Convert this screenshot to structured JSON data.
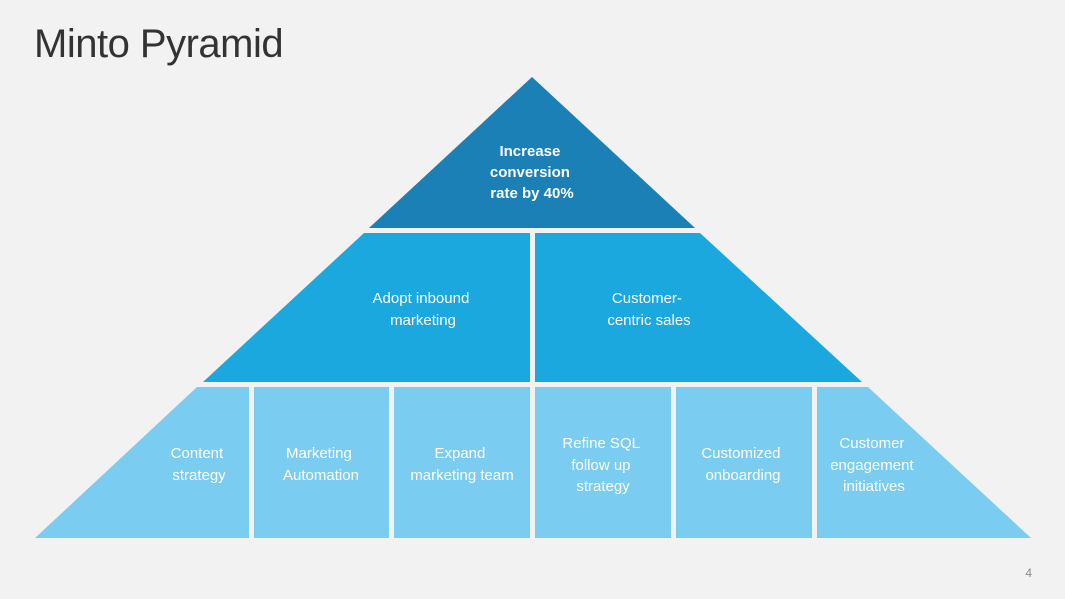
{
  "slide": {
    "title": "Minto Pyramid",
    "page_number": "4"
  },
  "colors": {
    "background": "#f2f2f2",
    "tier_top": "#1a80b6",
    "tier_middle": "#1aa8df",
    "tier_bottom": "#7acdf0",
    "text": "#ffffff"
  },
  "pyramid": {
    "top": {
      "lines": [
        "Increase",
        "conversion",
        "rate by 40%"
      ]
    },
    "middle": [
      {
        "lines": [
          "Adopt inbound",
          "marketing"
        ]
      },
      {
        "lines": [
          "Customer-",
          "centric sales"
        ]
      }
    ],
    "bottom": [
      {
        "lines": [
          "Content",
          "strategy"
        ]
      },
      {
        "lines": [
          "Marketing",
          "Automation"
        ]
      },
      {
        "lines": [
          "Expand",
          "marketing team"
        ]
      },
      {
        "lines": [
          "Refine SQL",
          "follow up",
          "strategy"
        ]
      },
      {
        "lines": [
          "Customized",
          "onboarding"
        ]
      },
      {
        "lines": [
          "Customer",
          "engagement",
          "initiatives"
        ]
      }
    ]
  }
}
